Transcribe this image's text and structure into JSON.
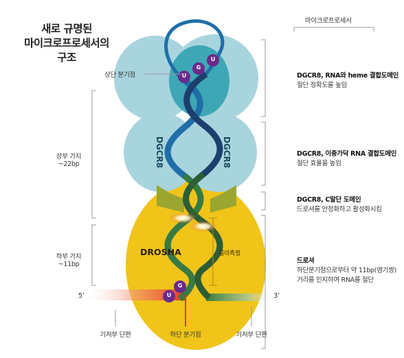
{
  "title_line1": "새로 규명된",
  "title_line2": "마이크로프로세서의",
  "title_line3": "구조",
  "right_header": "마이크로프로세서",
  "domains": {
    "dgcr8_left": "DGCR8",
    "dgcr8_right": "DGCR8",
    "drosha": "DROSHA"
  },
  "measure_label": "길이측정",
  "nucleotides": {
    "top": [
      "U",
      "G",
      "U"
    ],
    "bottom": [
      "G",
      "U"
    ]
  },
  "left_labels": {
    "apical_junction": "상단 분기점",
    "upper_stem": "상부 가지",
    "upper_stem_len": "~22bp",
    "lower_stem": "하부 가지",
    "lower_stem_len": "~11bp",
    "five_prime": "5’",
    "three_prime": "3’"
  },
  "bottom_labels": {
    "left_flank": "기저부 단편",
    "basal_junction": "하단 분기점",
    "right_flank": "기저부 단편"
  },
  "notes": [
    {
      "head": "DGCR8, RNA와 heme 결합도메인",
      "body": "절단 정확도를 높임"
    },
    {
      "head": "DGCR8, 이중가닥 RNA 결합도메인",
      "body": "절단 효율을 높임"
    },
    {
      "head": "DGCR8, C말단 도메인",
      "body": "드로셔를 안정화하고 활성화시킴"
    },
    {
      "head": "드로셔",
      "body": "하단분기점으로부터 약 11bp(염기쌍)",
      "body2": "거리를 인지하여 RNA를 절단"
    }
  ],
  "colors": {
    "dgcr8_light": "#a8d4de",
    "dgcr8_dark": "#2b9fae",
    "drosha": "#f0c419",
    "drosha_arm": "#9aa630",
    "strand_blue": "#1e6ea8",
    "strand_navy": "#1d3f6e",
    "strand_green": "#3a7b3c",
    "nucleotide": "#6a2a8c",
    "flank_red": "#e8341c"
  }
}
